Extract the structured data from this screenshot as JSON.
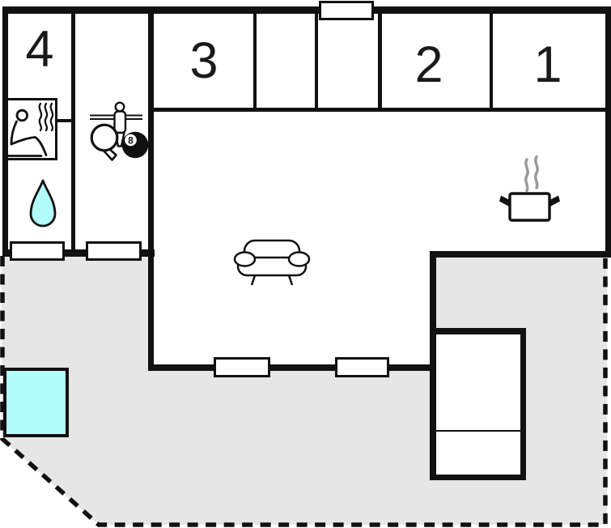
{
  "floorplan": {
    "kind": "vacation-home-floor-plan",
    "rooms": [
      {
        "id": "room-1",
        "label": "1"
      },
      {
        "id": "room-2",
        "label": "2"
      },
      {
        "id": "room-3",
        "label": "3"
      },
      {
        "id": "room-4",
        "label": "4"
      }
    ],
    "billiard_ball_label": "8",
    "icons": [
      "sauna-icon",
      "water-drop-icon",
      "foosball-player-icon",
      "table-tennis-paddle-icon",
      "billiard-8-ball-icon",
      "sofa-icon",
      "cooking-pot-icon"
    ],
    "features": {
      "terrace": "dashed-outline-terrace",
      "pool": "plunge-pool",
      "entrance_door": "top-wall-door",
      "windows_count": 4
    },
    "colors": {
      "wall": "#111111",
      "terrace_fill": "#e6e6e6",
      "water_fill": "#b2fcfc",
      "steam_gray": "#999999"
    }
  }
}
